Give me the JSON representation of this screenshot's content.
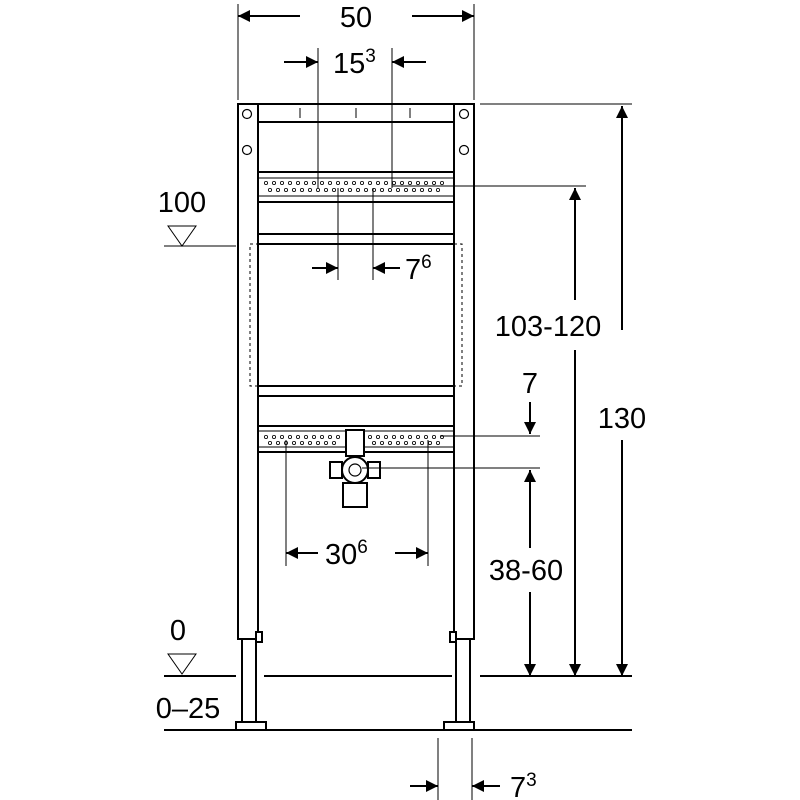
{
  "dimensions": {
    "width_total": "50",
    "top_spacing_base": "15",
    "top_spacing_sup": "3",
    "top_offset_base": "7",
    "top_offset_sup": "6",
    "level_top": "100",
    "height_range": "103-120",
    "height_total": "130",
    "drain_offset": "7",
    "bottom_spacing_base": "30",
    "bottom_spacing_sup": "6",
    "drain_height_range": "38-60",
    "level_floor": "0",
    "floor_adjust": "0–25",
    "foot_offset_base": "7",
    "foot_offset_sup": "3"
  }
}
